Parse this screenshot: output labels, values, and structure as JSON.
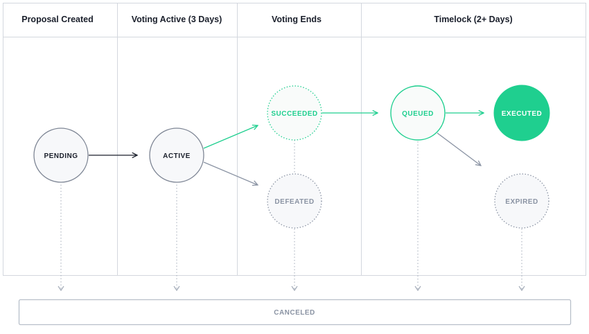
{
  "columns": [
    {
      "title": "Proposal Created"
    },
    {
      "title": "Voting Active (3 Days)"
    },
    {
      "title": "Voting Ends"
    },
    {
      "title": "Timelock (2+ Days)"
    }
  ],
  "states": {
    "pending": "PENDING",
    "active": "ACTIVE",
    "succeeded": "SUCCEEDED",
    "defeated": "DEFEATED",
    "queued": "QUEUED",
    "executed": "EXECUTED",
    "expired": "EXPIRED",
    "canceled": "CANCELED"
  },
  "colors": {
    "green": "#1fcf8f",
    "dark": "#1a1f2b",
    "muted": "#8a93a3",
    "border": "#c9ced6",
    "circle_fill": "#f7f8fa"
  }
}
